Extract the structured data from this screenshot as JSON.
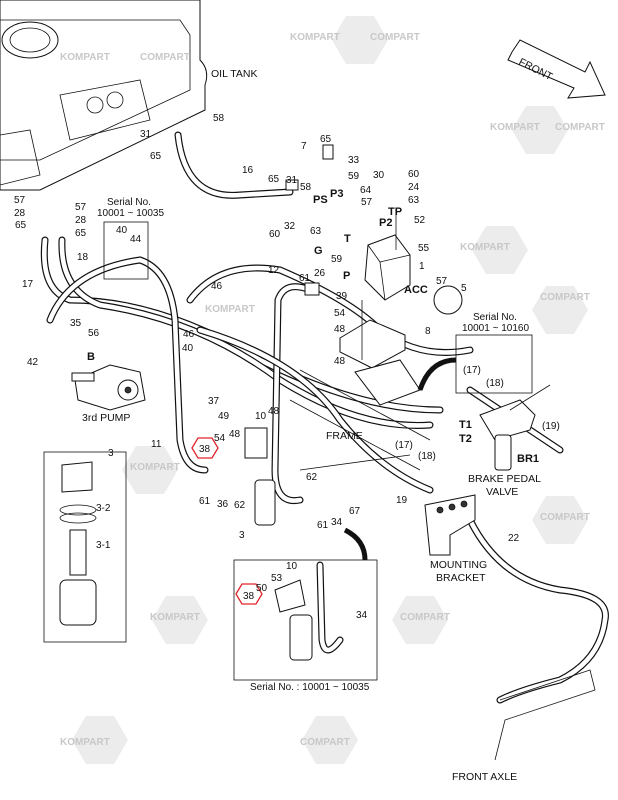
{
  "diagram": {
    "type": "hydraulic parts diagram",
    "watermark": [
      "KOMPART",
      "COMPART"
    ],
    "colors": {
      "line": "#111111",
      "watermark": "#d6d6d6",
      "highlight": "#e0242a"
    },
    "titles": {
      "oil_tank": "OIL TANK",
      "front": "FRONT",
      "third_pump": "3rd PUMP",
      "frame": "FRAME",
      "brake_pedal_1": "BRAKE PEDAL",
      "brake_pedal_2": "VALVE",
      "mounting_1": "MOUNTING",
      "mounting_2": "BRACKET",
      "front_axle": "FRONT AXLE"
    },
    "serial_notes": {
      "left_1": "Serial No.",
      "left_2": "10001 ~ 10035",
      "right_1": "Serial No.",
      "right_2": "10001 ~ 10160",
      "bottom": "Serial No. : 10001 ~ 10035"
    },
    "ports": [
      "P3",
      "PS",
      "TP",
      "P2",
      "T",
      "G",
      "P",
      "ACC",
      "B",
      "T1",
      "T2",
      "BR1"
    ],
    "callouts": [
      "58",
      "31",
      "65",
      "65",
      "33",
      "7",
      "59",
      "16",
      "65",
      "31",
      "58",
      "30",
      "60",
      "64",
      "24",
      "57",
      "63",
      "52",
      "60",
      "32",
      "63",
      "55",
      "1",
      "12",
      "61",
      "26",
      "59",
      "57",
      "5",
      "39",
      "54",
      "48",
      "8",
      "48",
      "57",
      "28",
      "65",
      "57",
      "28",
      "65",
      "40",
      "44",
      "18",
      "17",
      "46",
      "46",
      "40",
      "35",
      "56",
      "42",
      "(17)",
      "(18)",
      "37",
      "49",
      "10",
      "48",
      "11",
      "38",
      "54",
      "48",
      "(17)",
      "(18)",
      "(19)",
      "3",
      "3-2",
      "3-1",
      "62",
      "61",
      "36",
      "62",
      "3",
      "61",
      "34",
      "67",
      "19",
      "22",
      "10",
      "53",
      "50",
      "38",
      "34"
    ]
  }
}
